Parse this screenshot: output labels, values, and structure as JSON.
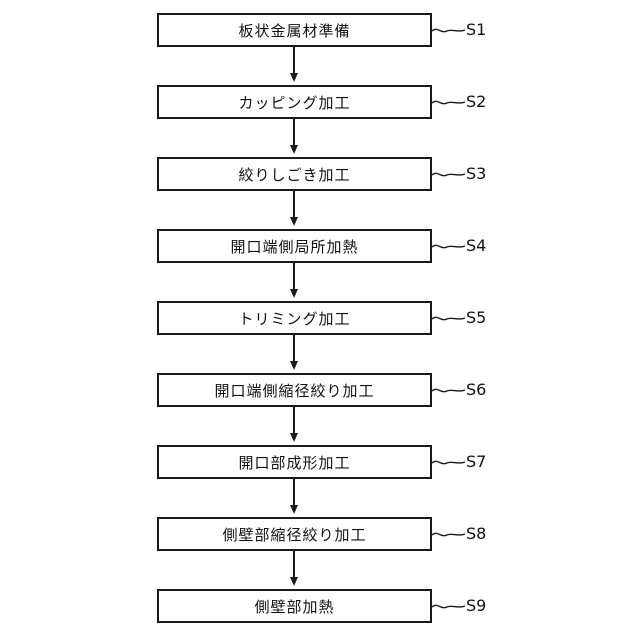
{
  "figure": {
    "type": "flowchart",
    "direction": "top-to-bottom",
    "colors": {
      "line": "#1a1a1a",
      "background": "#ffffff",
      "text": "#111111"
    },
    "steps": [
      {
        "id": "S1",
        "label": "板状金属材準備"
      },
      {
        "id": "S2",
        "label": "カッピング加工"
      },
      {
        "id": "S3",
        "label": "絞りしごき加工"
      },
      {
        "id": "S4",
        "label": "開口端側局所加熱"
      },
      {
        "id": "S5",
        "label": "トリミング加工"
      },
      {
        "id": "S6",
        "label": "開口端側縮径絞り加工"
      },
      {
        "id": "S7",
        "label": "開口部成形加工"
      },
      {
        "id": "S8",
        "label": "側壁部縮径絞り加工"
      },
      {
        "id": "S9",
        "label": "側壁部加熱"
      }
    ]
  }
}
